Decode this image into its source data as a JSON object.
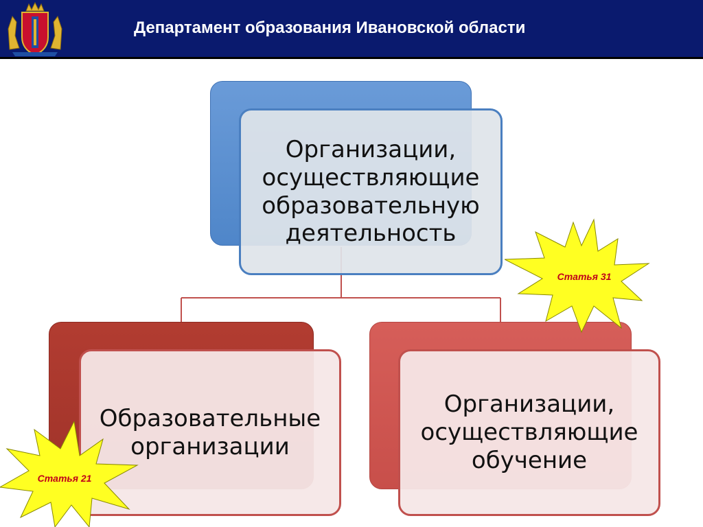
{
  "header": {
    "title": "Департамент образования Ивановской области",
    "background_color": "#0a1a6e",
    "emblem_icon": "ivanovo-coat-of-arms-icon"
  },
  "diagram": {
    "top_node": {
      "text": "Организации,\nосуществляющие\nобразовательную\nдеятельность",
      "back_color": "#5b8fce",
      "front_color": "#dfe4ea",
      "border_color": "#4a7fc0"
    },
    "left_node": {
      "text": "Образовательные\nорганизации",
      "back_color": "#a9372d",
      "front_color": "#f5e7e7",
      "border_color": "#c0504d"
    },
    "right_node": {
      "text": "Организации,\nосуществляющие\nобучение",
      "back_color": "#cf5752",
      "front_color": "#f5e7e7",
      "border_color": "#c0504d"
    },
    "connector_color": "#c0504d",
    "badges": [
      {
        "label": "Статья 31",
        "fill": "#ffff22",
        "text_color": "#c0001a"
      },
      {
        "label": "Статья 21",
        "fill": "#ffff22",
        "text_color": "#c0001a"
      }
    ]
  }
}
